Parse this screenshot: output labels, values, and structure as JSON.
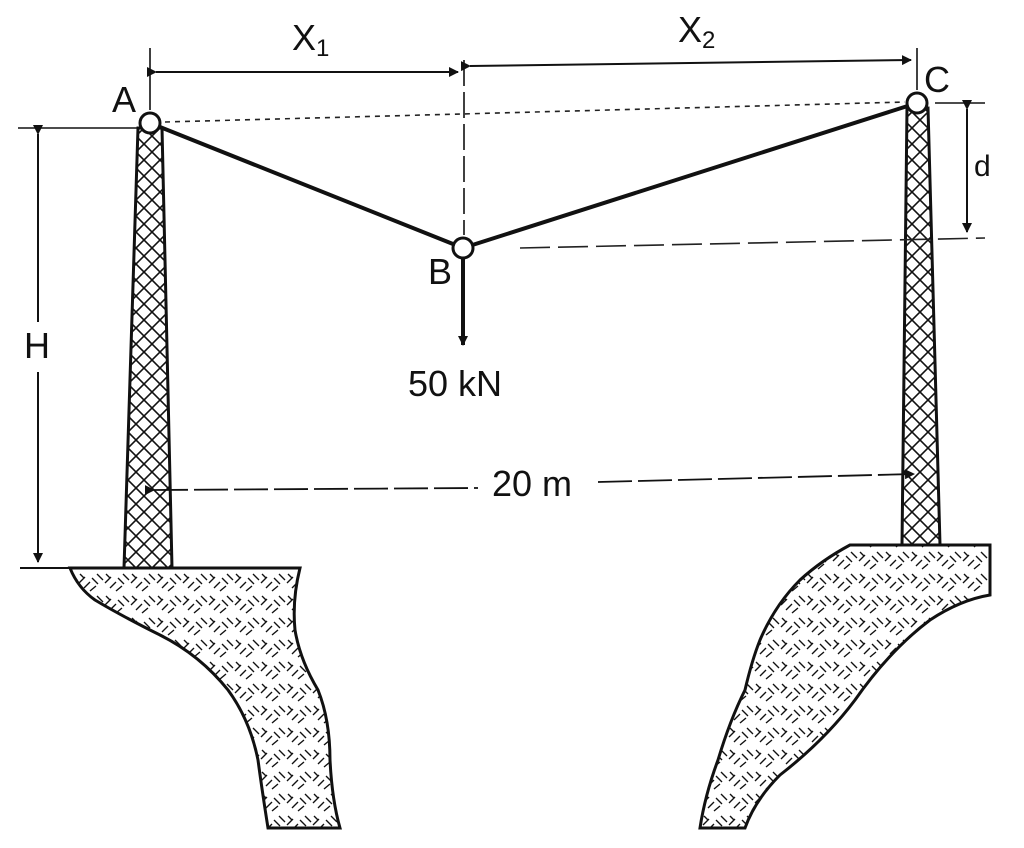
{
  "points": {
    "A": "A",
    "B": "B",
    "C": "C"
  },
  "dimensions": {
    "x1_main": "X",
    "x1_sub": "1",
    "x2_main": "X",
    "x2_sub": "2",
    "height": "H",
    "sag": "d",
    "span": "20 m"
  },
  "load": {
    "label": "50 kN"
  },
  "colors": {
    "ink": "#111111",
    "background": "#ffffff"
  }
}
